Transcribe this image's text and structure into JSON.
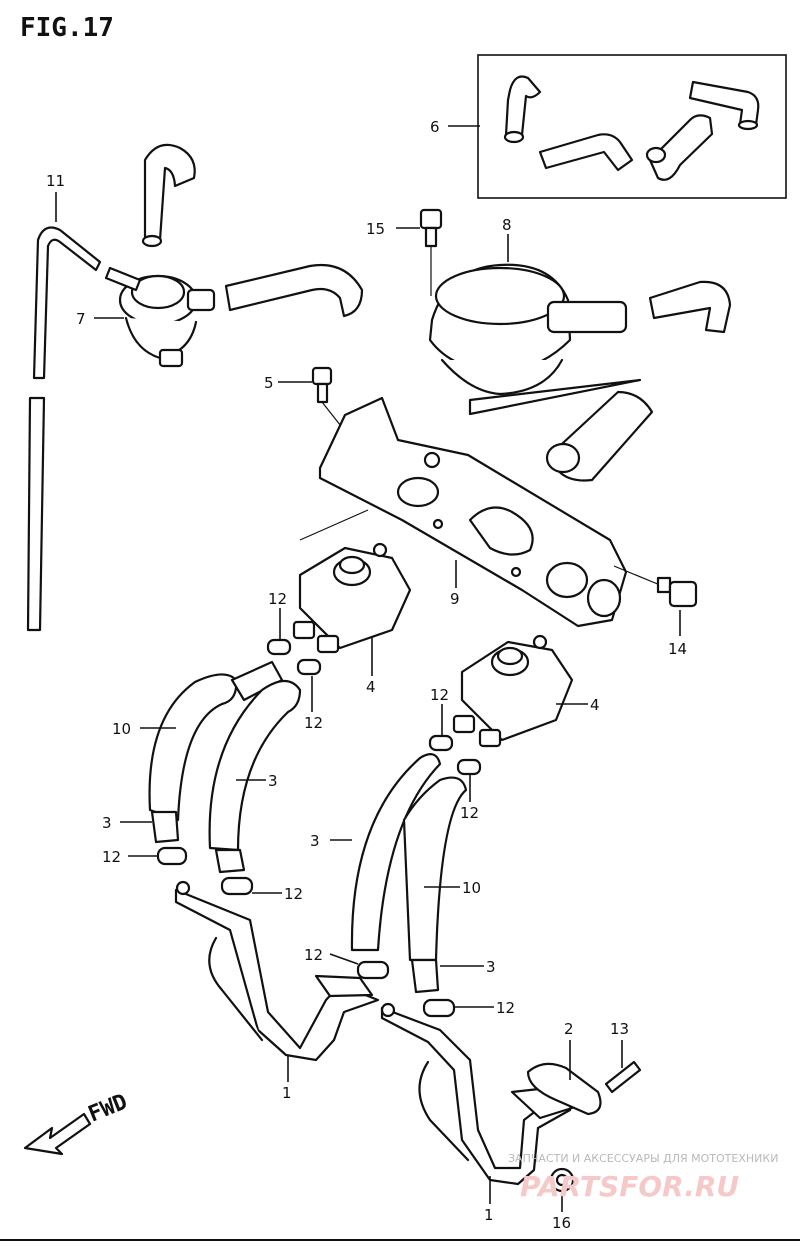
{
  "figure": {
    "title": "FIG.17"
  },
  "fwd_label": "FWD",
  "callouts": [
    {
      "id": "c11",
      "num": "11"
    },
    {
      "id": "c7",
      "num": "7"
    },
    {
      "id": "c6",
      "num": "6"
    },
    {
      "id": "c15",
      "num": "15"
    },
    {
      "id": "c8",
      "num": "8"
    },
    {
      "id": "c5",
      "num": "5"
    },
    {
      "id": "c9",
      "num": "9"
    },
    {
      "id": "c14",
      "num": "14"
    },
    {
      "id": "c12a",
      "num": "12"
    },
    {
      "id": "c4a",
      "num": "4"
    },
    {
      "id": "c12b",
      "num": "12"
    },
    {
      "id": "c10a",
      "num": "10"
    },
    {
      "id": "c3a",
      "num": "3"
    },
    {
      "id": "c3b",
      "num": "3"
    },
    {
      "id": "c12c",
      "num": "12"
    },
    {
      "id": "c12d",
      "num": "12"
    },
    {
      "id": "c12e",
      "num": "12"
    },
    {
      "id": "c4b",
      "num": "4"
    },
    {
      "id": "c12f",
      "num": "12"
    },
    {
      "id": "c3c",
      "num": "3"
    },
    {
      "id": "c10b",
      "num": "10"
    },
    {
      "id": "c12g",
      "num": "12"
    },
    {
      "id": "c3d",
      "num": "3"
    },
    {
      "id": "c12h",
      "num": "12"
    },
    {
      "id": "c1a",
      "num": "1"
    },
    {
      "id": "c2",
      "num": "2"
    },
    {
      "id": "c13",
      "num": "13"
    },
    {
      "id": "c1b",
      "num": "1"
    },
    {
      "id": "c16",
      "num": "16"
    }
  ],
  "watermark": {
    "line1": "ЗАПЧАСТИ И АКСЕССУАРЫ ДЛЯ МОТОТЕХНИКИ",
    "line2": "PARTSFOR.RU"
  }
}
